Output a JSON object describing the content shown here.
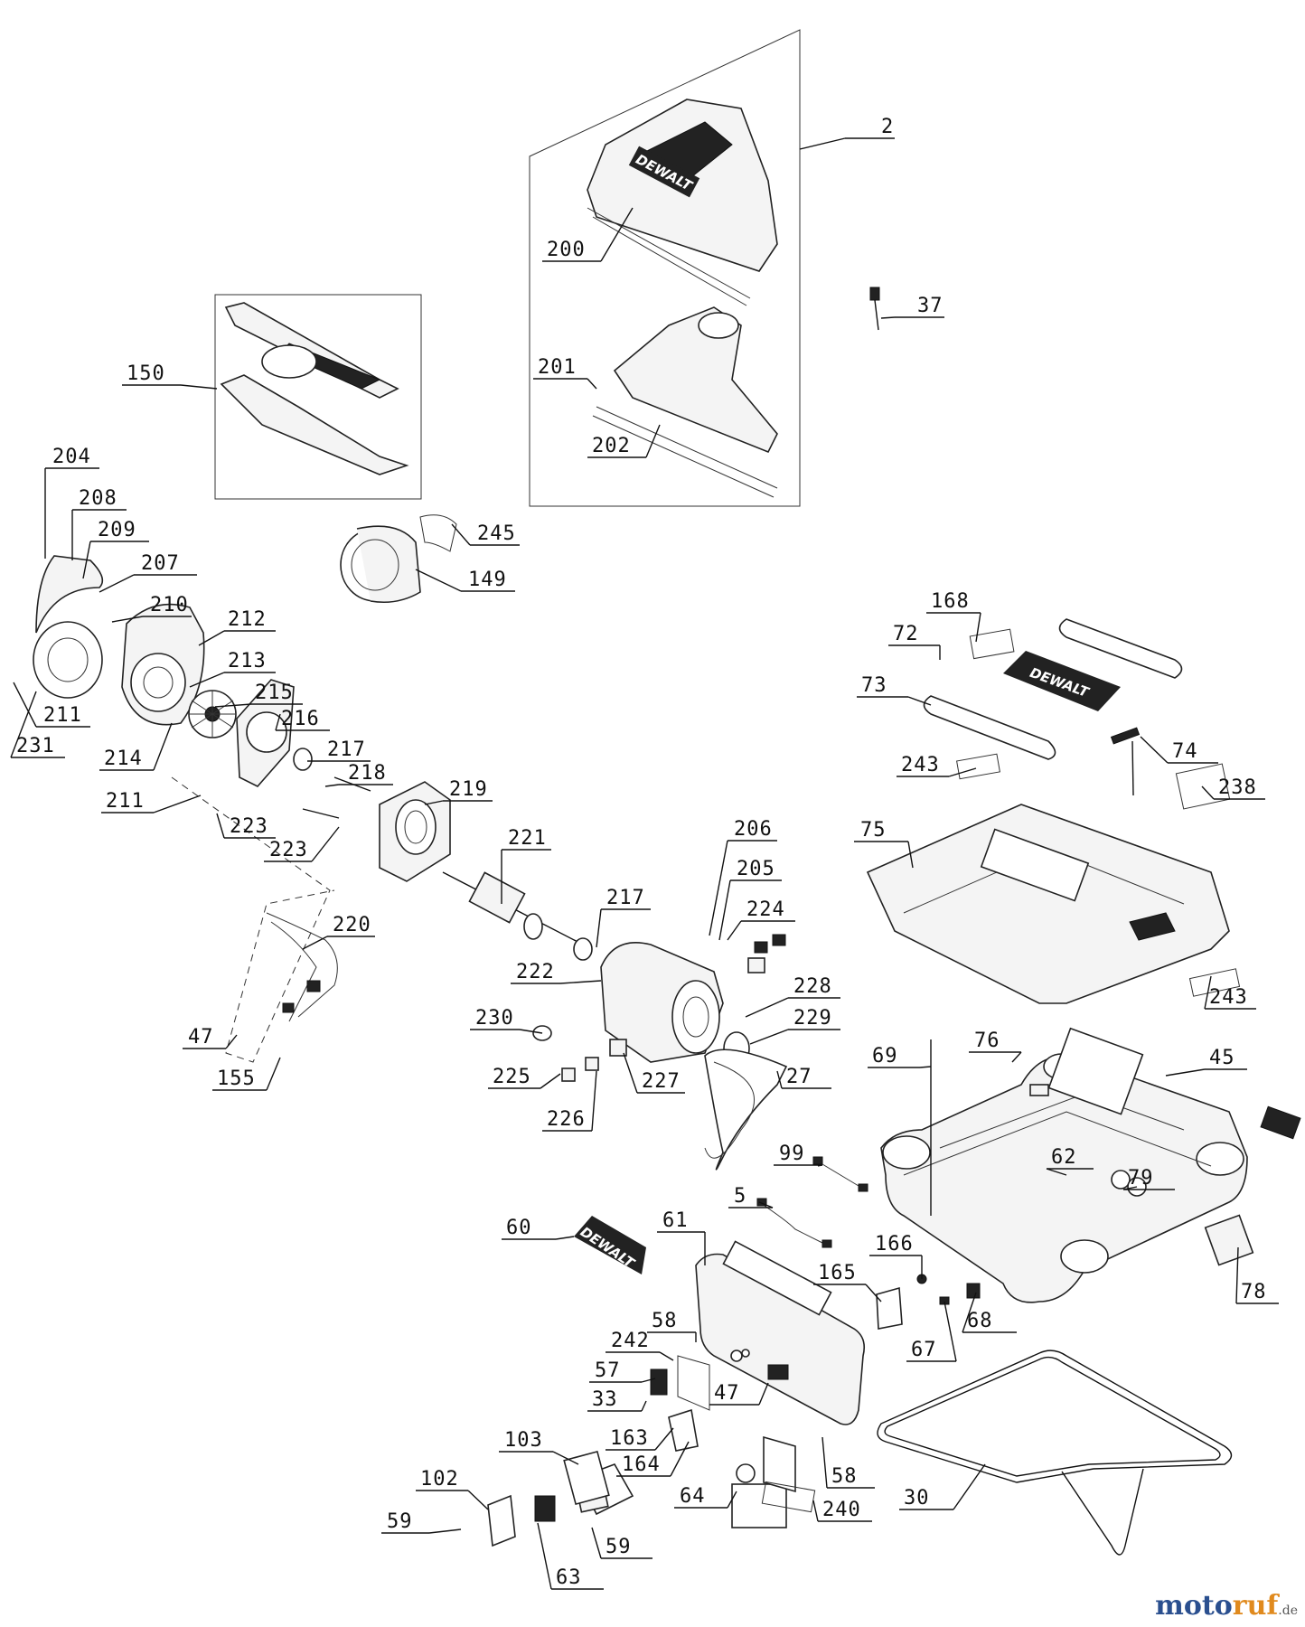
{
  "brand_text": "DEWALT",
  "watermark": {
    "name_a": "moto",
    "name_b": "ruf",
    "suffix": ".de"
  },
  "labels": [
    "2",
    "200",
    "37",
    "201",
    "202",
    "150",
    "245",
    "149",
    "204",
    "208",
    "209",
    "207",
    "210",
    "212",
    "213",
    "215",
    "216",
    "217",
    "218",
    "219",
    "211",
    "231",
    "214",
    "211",
    "223",
    "223",
    "221",
    "206",
    "205",
    "224",
    "217",
    "220",
    "222",
    "228",
    "230",
    "229",
    "47",
    "155",
    "225",
    "227",
    "27",
    "226",
    "168",
    "72",
    "73",
    "74",
    "243",
    "238",
    "75",
    "243",
    "76",
    "69",
    "45",
    "62",
    "79",
    "99",
    "5",
    "60",
    "61",
    "166",
    "165",
    "68",
    "78",
    "67",
    "58",
    "242",
    "57",
    "33",
    "47",
    "163",
    "164",
    "58",
    "103",
    "102",
    "64",
    "240",
    "30",
    "59",
    "59",
    "63"
  ]
}
